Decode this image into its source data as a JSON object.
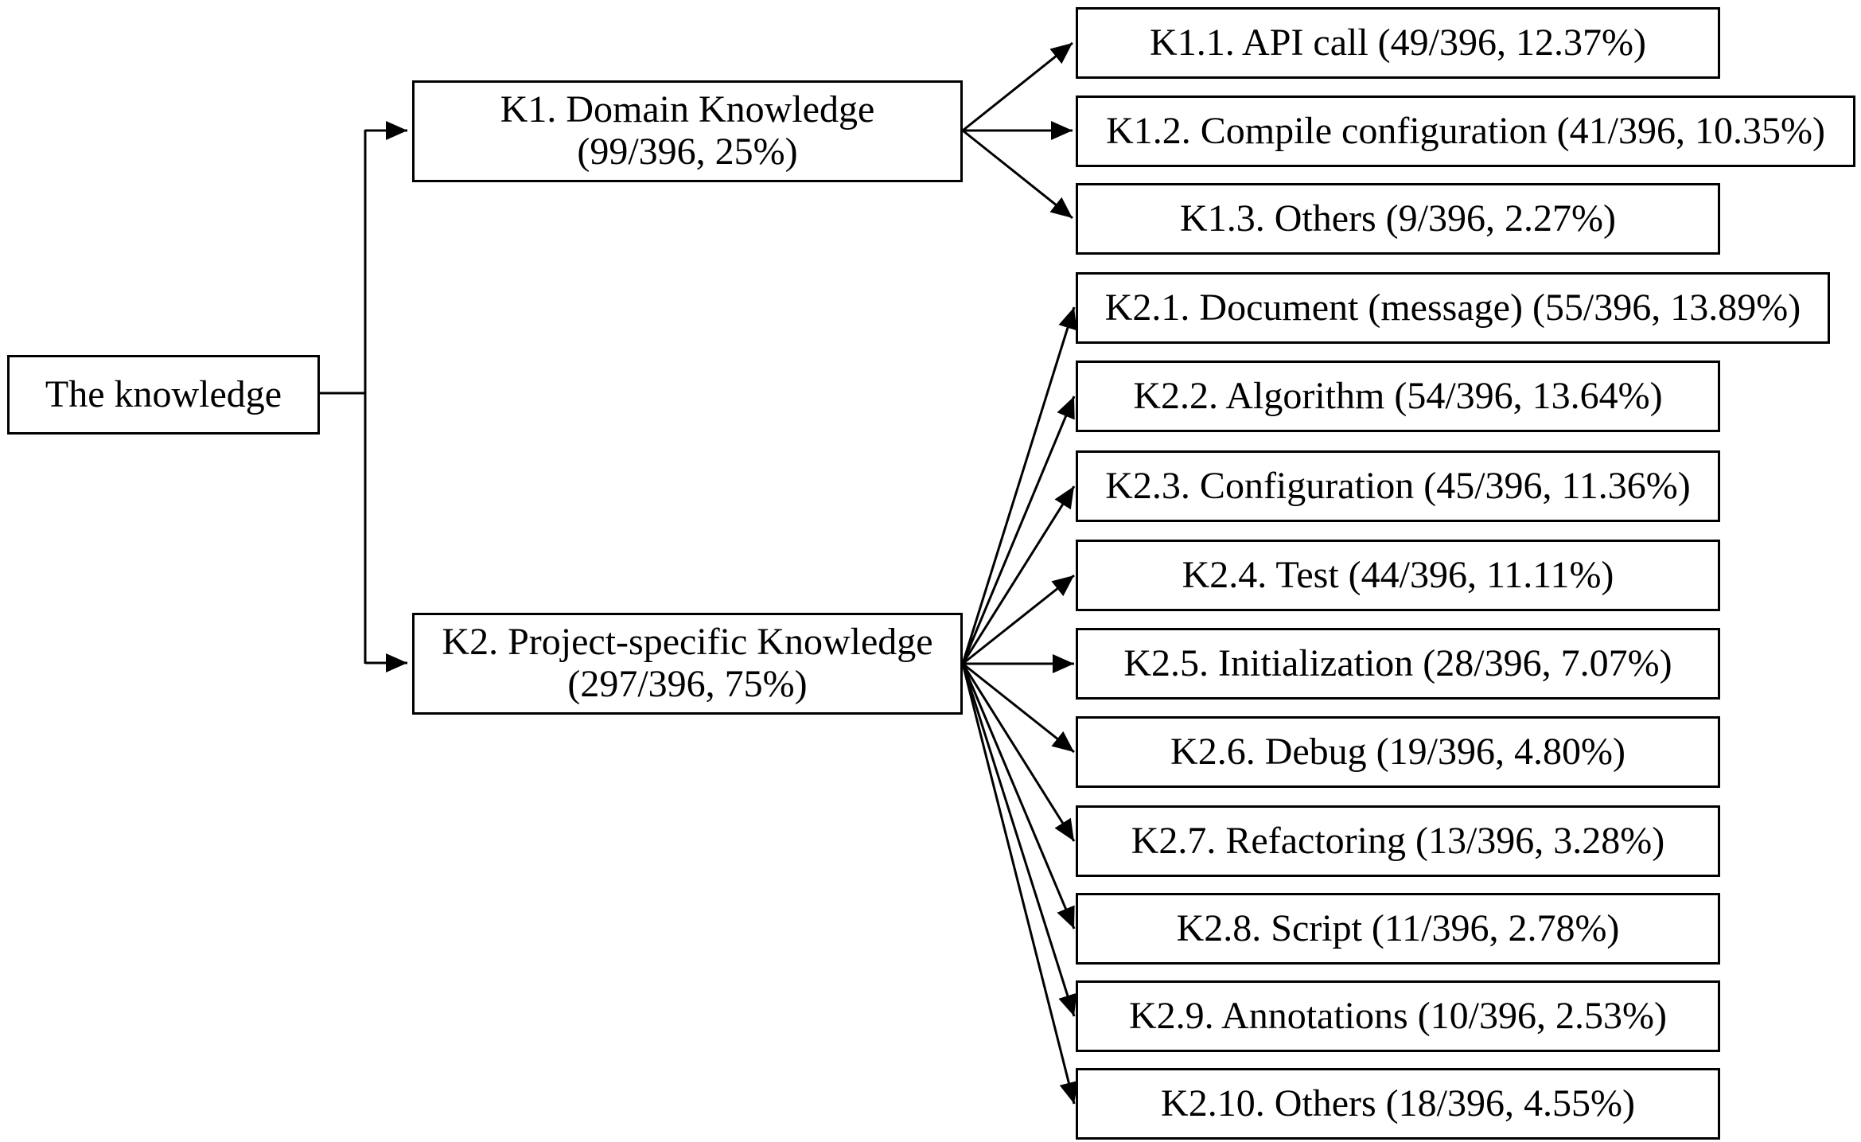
{
  "diagram": {
    "root": {
      "label": "The knowledge"
    },
    "branches": [
      {
        "id": "k1",
        "label_line1": "K1. Domain Knowledge",
        "label_line2": "(99/396, 25%)",
        "children": [
          {
            "label": "K1.1. API call (49/396, 12.37%)"
          },
          {
            "label": "K1.2. Compile configuration (41/396, 10.35%)"
          },
          {
            "label": "K1.3. Others (9/396, 2.27%)"
          }
        ]
      },
      {
        "id": "k2",
        "label_line1": "K2. Project-specific Knowledge",
        "label_line2": "(297/396, 75%)",
        "children": [
          {
            "label": "K2.1. Document (message) (55/396, 13.89%)"
          },
          {
            "label": "K2.2. Algorithm (54/396, 13.64%)"
          },
          {
            "label": "K2.3. Configuration (45/396, 11.36%)"
          },
          {
            "label": "K2.4. Test (44/396, 11.11%)"
          },
          {
            "label": "K2.5. Initialization (28/396, 7.07%)"
          },
          {
            "label": "K2.6. Debug (19/396, 4.80%)"
          },
          {
            "label": "K2.7. Refactoring (13/396, 3.28%)"
          },
          {
            "label": "K2.8. Script (11/396, 2.78%)"
          },
          {
            "label": "K2.9. Annotations (10/396, 2.53%)"
          },
          {
            "label": "K2.10. Others (18/396, 4.55%)"
          }
        ]
      }
    ]
  },
  "colors": {
    "line": "#000000",
    "background": "#ffffff"
  }
}
